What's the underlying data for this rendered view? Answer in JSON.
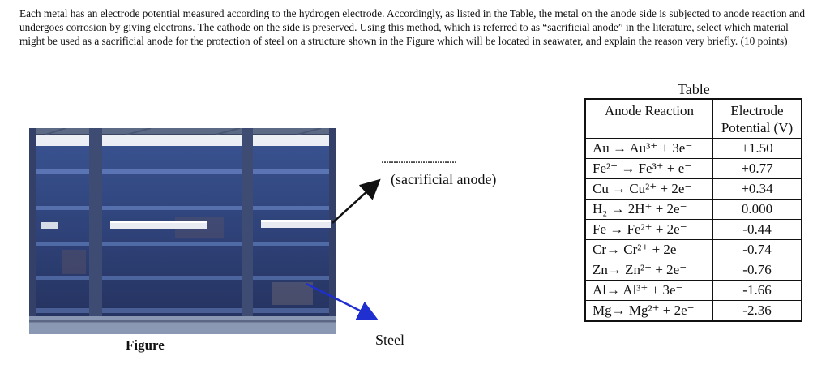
{
  "question": {
    "text": "Each metal has an electrode potential measured according to the hydrogen electrode. Accordingly, as listed in the Table, the metal on the anode side is subjected to anode reaction and undergoes corrosion by giving electrons. The cathode on the side is preserved. Using this method, which is referred to as “sacrificial anode” in the literature, select which material might be used as a sacrificial anode for the protection of steel on a structure shown in the Figure which will be located in seawater, and explain the reason very briefly. (10 points)"
  },
  "figure": {
    "caption": "Figure",
    "dots": "...............................",
    "sacrificial_label": "(sacrificial anode)",
    "steel_label": "Steel",
    "arrow_colors": {
      "sacrificial": "#111111",
      "steel": "#1f2fd0"
    }
  },
  "table": {
    "title": "Table",
    "headers": [
      "Anode Reaction",
      "Electrode Potential (V)"
    ],
    "rows": [
      {
        "reaction": "Au → Au³⁺ + 3e⁻",
        "potential": "+1.50"
      },
      {
        "reaction": "Fe²⁺ → Fe³⁺ + e⁻",
        "potential": "+0.77"
      },
      {
        "reaction": "Cu → Cu²⁺ + 2e⁻",
        "potential": "+0.34"
      },
      {
        "reaction": "H₂ → 2H⁺ + 2e⁻",
        "potential": "0.000"
      },
      {
        "reaction": "Fe → Fe²⁺ + 2e⁻",
        "potential": "-0.44"
      },
      {
        "reaction": "Cr→ Cr²⁺ + 2e⁻",
        "potential": "-0.74"
      },
      {
        "reaction": "Zn→ Zn²⁺ + 2e⁻",
        "potential": "-0.76"
      },
      {
        "reaction": "Al→ Al³⁺ + 3e⁻",
        "potential": "-1.66"
      },
      {
        "reaction": "Mg→ Mg²⁺ + 2e⁻",
        "potential": "-2.36"
      }
    ]
  }
}
